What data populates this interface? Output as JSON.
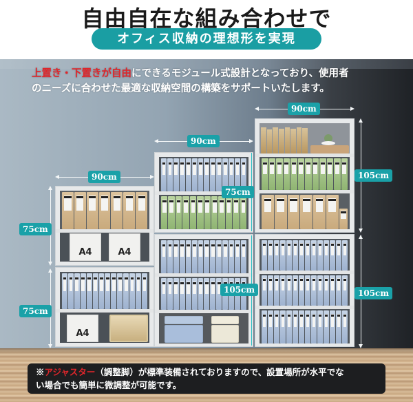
{
  "header": {
    "title": "自由自在な組み合わせで",
    "subtitle": "オフィス収納の理想形を実現"
  },
  "description": {
    "highlight": "上置き・下置きが自由",
    "text_line1": "にできるモジュール式設計となっており、使用者",
    "text_line2": "のニーズに合わせた最適な収納空間の構築をサポートいたします。"
  },
  "dimensions": {
    "left_width": "90cm",
    "left_top_height": "75cm",
    "left_bottom_height": "75cm",
    "middle_width": "90cm",
    "middle_top_height": "75cm",
    "middle_bottom_height": "105cm",
    "right_width": "90cm",
    "right_top_height": "105cm",
    "right_bottom_height": "105cm"
  },
  "labels": {
    "a4": "A4"
  },
  "note": {
    "prefix": "※",
    "highlight": "アジャスター",
    "text_line1": "（調整脚）が標準装備されておりますので、設置場所が水平でな",
    "text_line2": "い場合でも簡単に微調整が可能です。"
  },
  "colors": {
    "accent_teal": "#1a9ea3",
    "highlight_red": "#e0262b",
    "note_bg": "#1d1e20"
  }
}
